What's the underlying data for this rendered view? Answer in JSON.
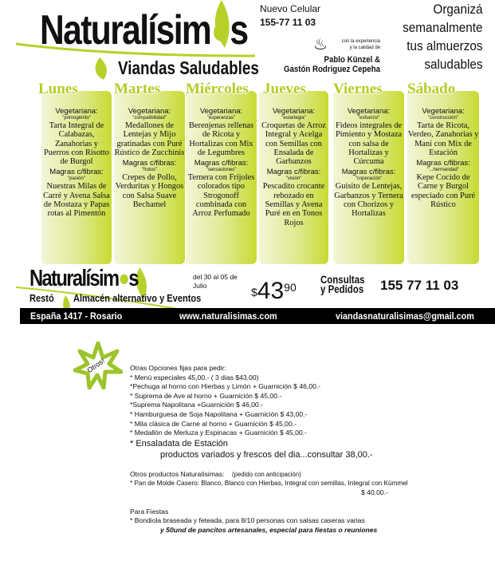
{
  "header": {
    "brand": "Naturalísimas",
    "brand_a": "Naturalísim",
    "brand_b": "s",
    "subtitle": "Viandas Saludables",
    "cel_label": "Nuevo Celular",
    "cel_number": "155-77 11 03",
    "chef_line1": "con la experiencia",
    "chef_line2": "y la calidad de",
    "chefs_1": "Pablo Künzel &",
    "chefs_2": "Gastón Rodriguez Cepeha",
    "slogan": [
      "Organizá",
      "semanalmente",
      "tus almuerzos",
      "saludables"
    ]
  },
  "days": [
    {
      "name": "Lunes",
      "veg_label": "Vegetariana:",
      "veg_nick": "\"primogénito\"",
      "veg": "Tarta Integral de Calabazas, Zanahorias y Puerros con Risotto de Burgol",
      "mag_label": "Magras c/fibras:",
      "mag_nick": "\"pasión\"",
      "mag": "Nuestras Milas de Carré y Avena Salsa de Mostaza y Papas rotas al Pimentón"
    },
    {
      "name": "Martes",
      "veg_label": "Vegetariana:",
      "veg_nick": "\"compatibilidad\"",
      "veg": "Medallones de Lentejas y Mijo gratinadas con Puré Rústico de Zucchinis",
      "mag_label": "Magras c/fibras:",
      "mag_nick": "\"frutos\"",
      "mag": "Crepes de Pollo, Verduritas y Hongos con Salsa Suave Bechamel"
    },
    {
      "name": "Miércoles",
      "veg_label": "Vegetariana:",
      "veg_nick": "\"esperanzas\"",
      "veg": "Berenjenas rellenas de Ricota y Hortalizas con Mix de Legumbres",
      "mag_label": "Magras c/fibras:",
      "mag_nick": "\"sensaciones\"",
      "mag": "Ternera con Frijoles colorados tipo Strogonoff combinada con Arroz Perfumado"
    },
    {
      "name": "Jueves",
      "veg_label": "Vegetariana:",
      "veg_nick": "\"estartegia\"",
      "veg": "Croquetas de Arroz Integral y Acelga con Semillas con Ensalada de Garbanzos",
      "mag_label": "Magras c/fibras:",
      "mag_nick": "\"visión\"",
      "mag": "Pescadito crocante rebozado en Semillas y Avena Puré en en Tonos Rojos"
    },
    {
      "name": "Viernes",
      "veg_label": "Vegetariana:",
      "veg_nick": "\"esfuerzo\"",
      "veg": "Fideos integrales de Pimiento y Mostaza con salsa de Hortalizas y Cúrcuma",
      "mag_label": "Magras c/fibras:",
      "mag_nick": "\"coperación\"",
      "mag": "Guisito de Lentejas, Garbanzos y Ternera con Chorizos y Hortalizas"
    },
    {
      "name": "Sábado",
      "veg_label": "Vegetariana:",
      "veg_nick": "\"construcción\"",
      "veg": "Tarta de Ricota, Verdeo, Zanahorias y Maní con Mix de Estación",
      "mag_label": "Magras c/fibras:",
      "mag_nick": "\"...hermandad\"",
      "mag": "Kepe Cocido de Carne y Burgol especiado con Puré Rústico"
    }
  ],
  "footer": {
    "brand_a": "Naturalísim",
    "brand_b": "s",
    "resto": "Restó",
    "almacen": "Almacén alternativo y Eventos",
    "dates": "del 30 al 05 de Julio",
    "price_sym": "$",
    "price_int": "43",
    "price_dec": "90",
    "consultas": "Consultas y Pedidos",
    "phone": "155 77 11 03",
    "address": "España 1417 - Rosario",
    "web": "www.naturalisimas.com",
    "email": "viandasnaturalisimas@gmail.com"
  },
  "others": {
    "badge": "Otros!",
    "title": "Otras Opciones fijas para pedir:",
    "items": [
      "* Menú especiales 45,00.- ( 3 dias $43,00)",
      "*Pechuga al horno con Hierbas y Limón + Guarnición $ 46,00.-",
      "* Suprema de Ave al horno + Guarnición $ 45,00.-",
      "*Suprema Napolitana +Guarnición $ 46,00.-",
      "* Hamburguesa de Soja Napolitana + Guarnición $ 43,00.-",
      "* Mila clásica de Carne al horno + Guarnición $ 45,00.-",
      "* Medallón de Merluza y Espinacas + Guarnición $ 45,00.-"
    ],
    "ensalada": "* Ensaladata de Estación",
    "ensalada_desc": "productos variados y frescos del dia...consultar 38,00.-",
    "prod_title": "Otros productos Naturalísimas:",
    "prod_note": "(pedido con anticipación)",
    "pan": "* Pan de Molde Casero: Blanco, Blanco con Hierbas, Integral con semillas, Integral con Kümmel",
    "pan_price": "$ 40.00.-",
    "fiestas_title": "Para Fiestas",
    "bondiola": "* Bondiola braseada y feteada, para 8/10 personas con salsas caseras varias",
    "bondiola2": "y 50und de pancitos artesanales, especial para fiestas o reuniones"
  },
  "colors": {
    "green": "#b5cc22",
    "black": "#000000"
  }
}
